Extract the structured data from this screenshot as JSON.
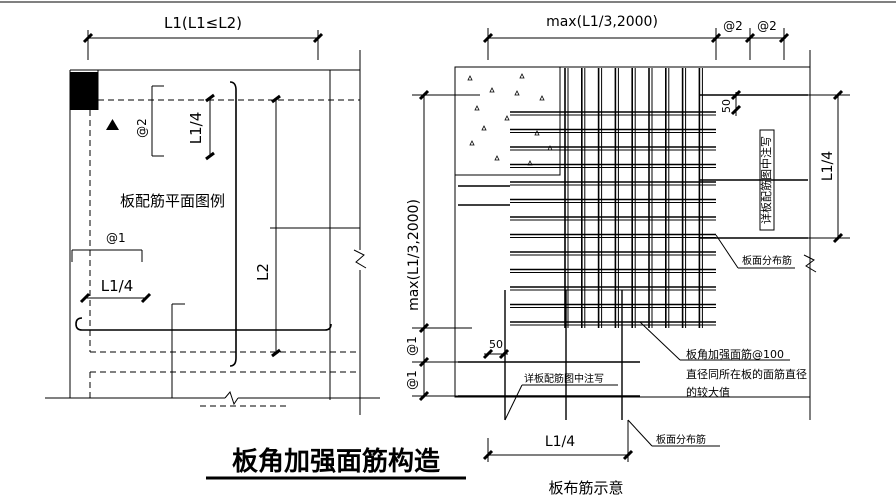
{
  "title": "板角加强面筋构造",
  "left_view": {
    "span_label": "L1(L1≤L2)",
    "spacing_label_v": "@2",
    "quarter_label_v": "L1/4",
    "legend_label": "板配筋平面图例",
    "spacing_label_h": "@1",
    "quarter_label_h": "L1/4",
    "l2_label": "L2"
  },
  "right_view": {
    "top_dim": "max(L1/3,2000)",
    "spacing_top_a": "@2",
    "spacing_top_b": "@2",
    "offset_50_top": "50",
    "right_dim": "L1/4",
    "left_dim": "max(L1/3,2000)",
    "spacing_left_a": "@1",
    "spacing_left_b": "@1",
    "offset_50_left": "50",
    "bottom_dim": "L1/4",
    "note_vertical": "详板配筋图中注写",
    "note_dist_right": "板面分布筋",
    "note_reinf_1": "板角加强面筋@100",
    "note_reinf_2": "直径同所在板的面筋直径",
    "note_reinf_3": "的较大值",
    "note_horizontal": "详板配筋图中注写",
    "note_dist_bottom": "板面分布筋",
    "caption": "板布筋示意"
  }
}
